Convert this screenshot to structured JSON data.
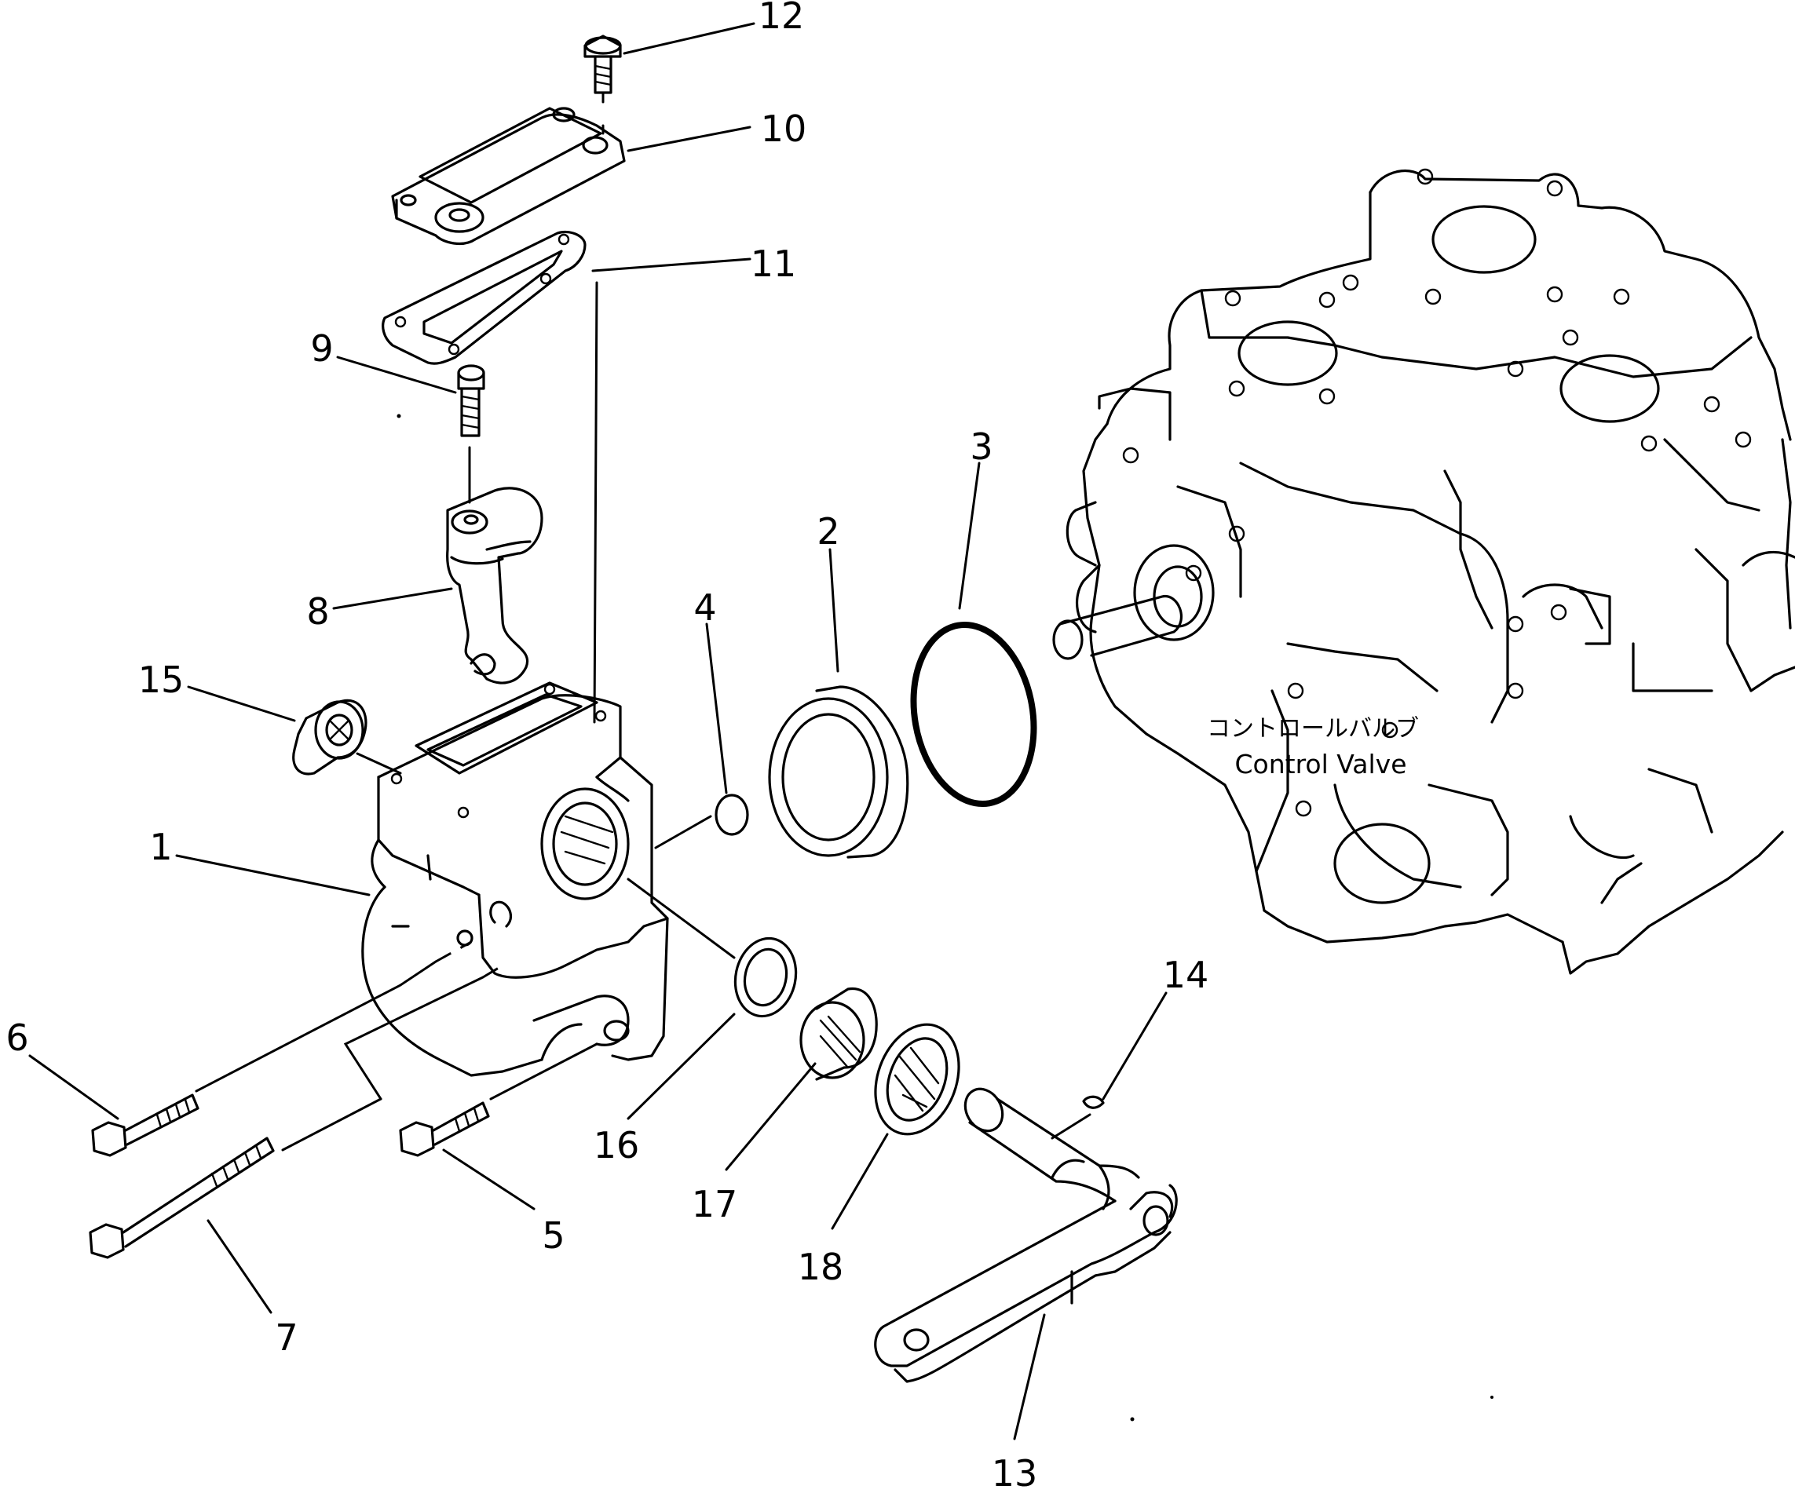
{
  "part_callouts": [
    "1",
    "2",
    "3",
    "4",
    "5",
    "6",
    "7",
    "8",
    "9",
    "10",
    "11",
    "12",
    "13",
    "14",
    "15",
    "16",
    "17",
    "18"
  ],
  "control_valve": {
    "label_jp": "コントロールバルブ",
    "label_en": "Control  Valve"
  }
}
